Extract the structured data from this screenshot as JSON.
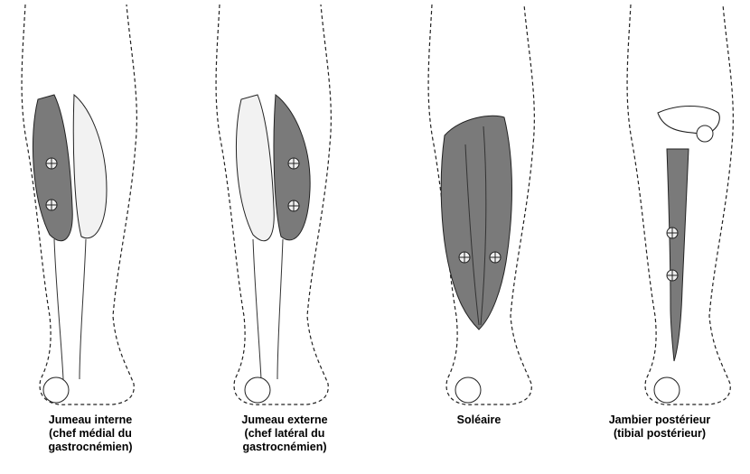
{
  "colors": {
    "outline": "#222222",
    "muscle_highlight": "#7a7a7a",
    "skin_fill": "#ffffff",
    "fiber": "#333333"
  },
  "panels": [
    {
      "id": "jumeau-interne",
      "caption": [
        "Jumeau interne",
        "(chef médial du",
        "gastrocnémien)"
      ],
      "highlight": "medial-gastrocnemius",
      "marker_count": 2
    },
    {
      "id": "jumeau-externe",
      "caption": [
        "Jumeau externe",
        "(chef latéral du",
        "gastrocnémien)"
      ],
      "highlight": "lateral-gastrocnemius",
      "marker_count": 2
    },
    {
      "id": "soleaire",
      "caption": [
        "Soléaire"
      ],
      "highlight": "soleus",
      "marker_count": 2
    },
    {
      "id": "jambier-posterieur",
      "caption": [
        "Jambier postérieur",
        "(tibial postérieur)"
      ],
      "highlight": "tibialis-posterior",
      "marker_count": 2
    }
  ]
}
